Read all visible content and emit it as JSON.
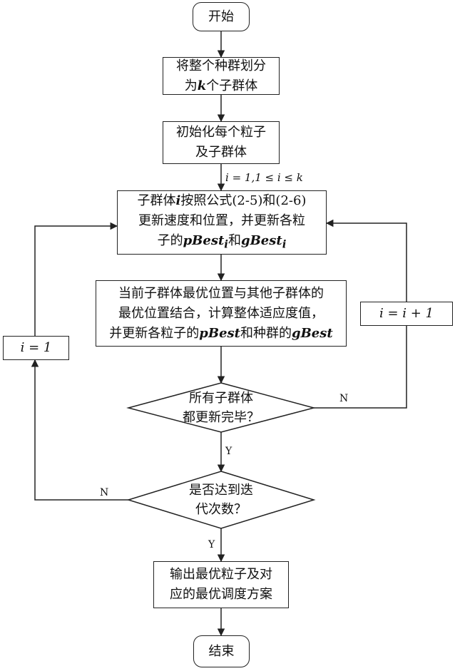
{
  "nodes": {
    "start": "开始",
    "divide": {
      "line1": "将整个种群划分",
      "line2_pre": "为",
      "line2_math": "k",
      "line2_post": "个子群体"
    },
    "init": {
      "line1": "初始化每个粒子",
      "line2": "及子群体"
    },
    "update": {
      "line1_pre": "子群体",
      "line1_math": "i",
      "line1_post": "按照公式(2-5)和(2-6)",
      "line2": "更新速度和位置，并更新各粒",
      "line3_pre": "子的",
      "line3_m1": "pBest",
      "line3_sub1": "i",
      "line3_mid": "和",
      "line3_m2": "gBest",
      "line3_sub2": "i"
    },
    "combine": {
      "line1": "当前子群体最优位置与其他子群体的",
      "line2": "最优位置结合，计算整体适应度值，",
      "line3_pre": "并更新各粒子的",
      "line3_m1": "pBest",
      "line3_mid": "和种群的",
      "line3_m2": "gBest"
    },
    "inc": "i = i + 1",
    "reset": "i = 1",
    "decision1": {
      "line1": "所有子群体",
      "line2": "都更新完毕？"
    },
    "decision2": {
      "line1": "是否达到迭",
      "line2": "代次数？"
    },
    "output": {
      "line1": "输出最优粒子及对",
      "line2": "应的最优调度方案"
    },
    "end": "结束"
  },
  "edge_labels": {
    "init_cond": "i = 1,1 ≤ i ≤ k",
    "d1_no": "N",
    "d1_yes": "Y",
    "d2_no": "N",
    "d2_yes": "Y"
  }
}
